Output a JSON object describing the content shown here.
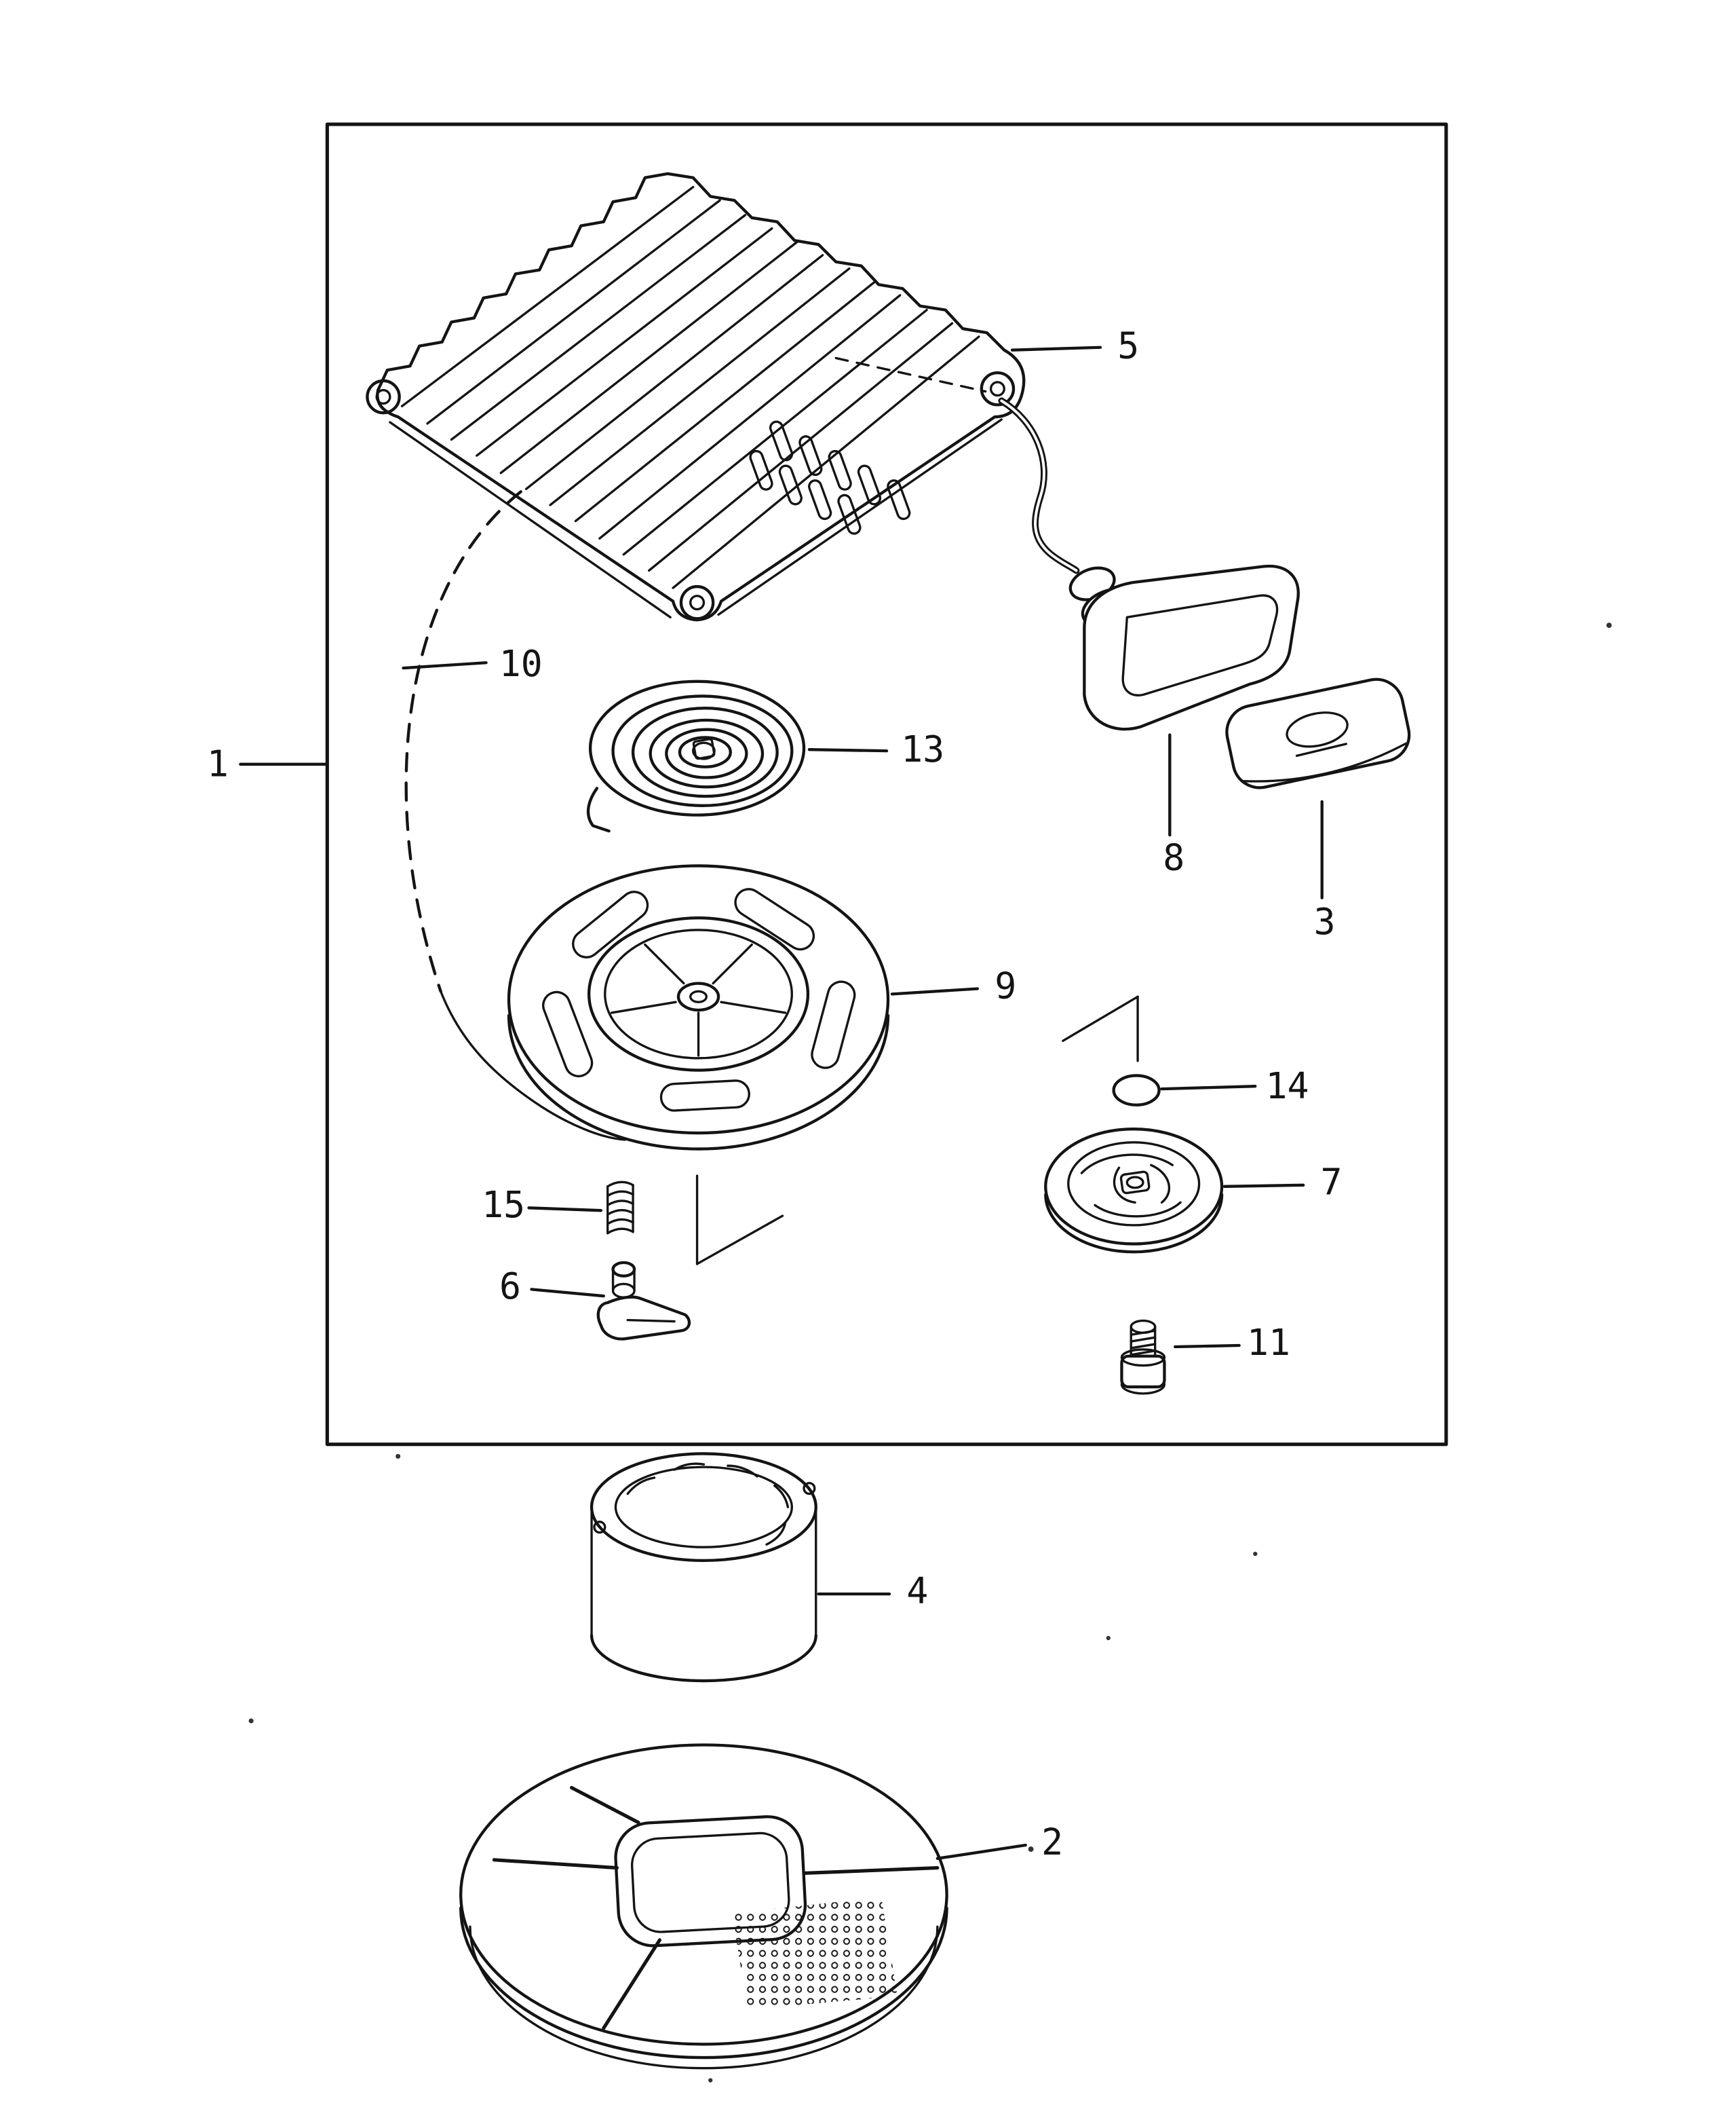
{
  "figure": {
    "colors": {
      "ink": "#141414",
      "paper": "#ffffff"
    }
  },
  "callouts": [
    {
      "label": "1"
    },
    {
      "label": "5"
    },
    {
      "label": "10"
    },
    {
      "label": "13"
    },
    {
      "label": "8"
    },
    {
      "label": "3"
    },
    {
      "label": "9"
    },
    {
      "label": "14"
    },
    {
      "label": "7"
    },
    {
      "label": "15"
    },
    {
      "label": "6"
    },
    {
      "label": "11"
    },
    {
      "label": "4"
    },
    {
      "label": "2"
    }
  ]
}
